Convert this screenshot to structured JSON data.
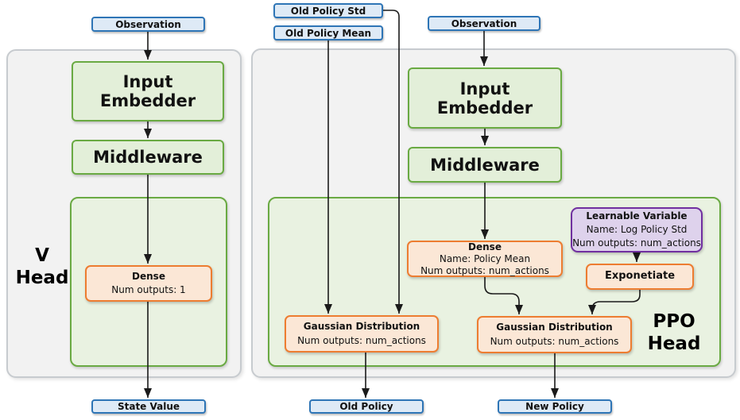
{
  "v_head": {
    "observation_label": "Observation",
    "input_embedder_label": "Input Embedder",
    "middleware_label": "Middleware",
    "dense": {
      "title": "Dense",
      "outputs": "Num outputs: 1"
    },
    "state_value_label": "State Value",
    "title_line1": "V",
    "title_line2": "Head"
  },
  "ppo_head": {
    "old_policy_std_label": "Old Policy Std",
    "old_policy_mean_label": "Old Policy Mean",
    "observation_label": "Observation",
    "input_embedder_label": "Input Embedder",
    "middleware_label": "Middleware",
    "dense": {
      "title": "Dense",
      "name": "Name: Policy Mean",
      "outputs": "Num outputs: num_actions"
    },
    "learnable_variable": {
      "title": "Learnable Variable",
      "name": "Name: Log Policy Std",
      "outputs": "Num outputs: num_actions"
    },
    "exponetiate_label": "Exponetiate",
    "gaussian_old": {
      "title": "Gaussian Distribution",
      "outputs": "Num outputs: num_actions"
    },
    "gaussian_new": {
      "title": "Gaussian Distribution",
      "outputs": "Num outputs: num_actions"
    },
    "old_policy_label": "Old Policy",
    "new_policy_label": "New Policy",
    "title_line1": "PPO",
    "title_line2": "Head"
  },
  "colors": {
    "blue_fill": "#deeaf6",
    "blue_border": "#2e75b6",
    "green_fill": "#e3efd9",
    "green_border": "#6aaa43",
    "green_panel_fill": "#e9f2e1",
    "orange_fill": "#fbe7d6",
    "orange_border": "#ed7d31",
    "purple_fill": "#ded2ec",
    "purple_border": "#7030a0",
    "gray_panel_fill": "#f2f2f2",
    "connector": "#1a1a1a"
  }
}
